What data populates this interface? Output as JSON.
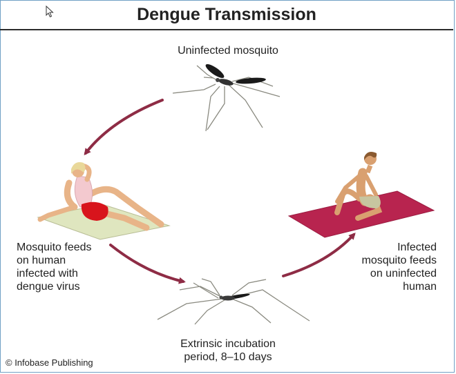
{
  "title": "Dengue Transmission",
  "stages": {
    "uninfected_mosquito": "Uninfected mosquito",
    "feeds_infected_human": [
      "Mosquito feeds",
      "on human",
      "infected with",
      "dengue virus"
    ],
    "extrinsic_incubation": [
      "Extrinsic incubation",
      "period, 8–10 days"
    ],
    "infected_feeds_uninfected": [
      "Infected",
      "mosquito feeds",
      "on uninfected",
      "human"
    ]
  },
  "copyright": "© Infobase Publishing",
  "colors": {
    "arrow": "#8e2c45",
    "mat_left": "#dfe6bf",
    "mat_right": "#b8244f",
    "shorts": "#d8141c",
    "border": "#6f9fc4"
  }
}
